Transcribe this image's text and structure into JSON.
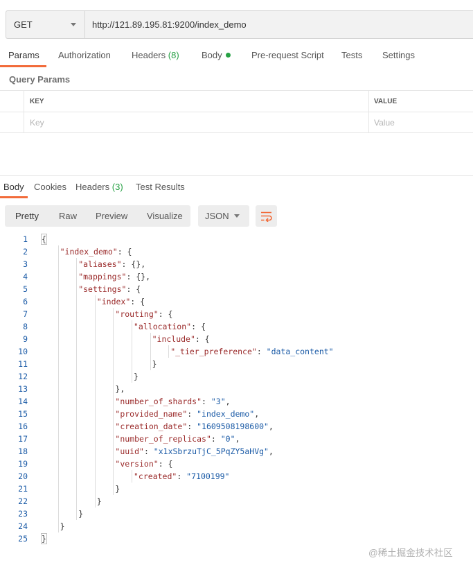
{
  "request": {
    "method": "GET",
    "url": "http://121.89.195.81:9200/index_demo"
  },
  "request_tabs": [
    {
      "label": "Params",
      "count": "",
      "active": true
    },
    {
      "label": "Authorization",
      "count": ""
    },
    {
      "label": "Headers",
      "count": "(8)"
    },
    {
      "label": "Body",
      "count": "",
      "dot": true
    },
    {
      "label": "Pre-request Script",
      "count": ""
    },
    {
      "label": "Tests",
      "count": ""
    },
    {
      "label": "Settings",
      "count": ""
    }
  ],
  "query_params": {
    "title": "Query Params",
    "key_header": "KEY",
    "value_header": "VALUE",
    "key_placeholder": "Key",
    "value_placeholder": "Value"
  },
  "response_tabs": [
    {
      "label": "Body",
      "count": "",
      "active": true
    },
    {
      "label": "Cookies",
      "count": ""
    },
    {
      "label": "Headers",
      "count": "(3)"
    },
    {
      "label": "Test Results",
      "count": ""
    }
  ],
  "view_modes": [
    "Pretty",
    "Raw",
    "Preview",
    "Visualize"
  ],
  "active_view_mode": "Pretty",
  "format": "JSON",
  "wrap_icon": "wrap-lines-icon",
  "colors": {
    "accent": "#f26b3a",
    "count_green": "#26a144",
    "json_key": "#9a2a2a",
    "json_string": "#1a5aa6",
    "line_number": "#1a5aa6"
  },
  "code_lines": [
    {
      "n": "1",
      "indent": 0,
      "tokens": [
        {
          "t": "{",
          "c": "p"
        }
      ]
    },
    {
      "n": "2",
      "indent": 1,
      "tokens": [
        {
          "t": "\"index_demo\"",
          "c": "k"
        },
        {
          "t": ": {",
          "c": "p"
        }
      ]
    },
    {
      "n": "3",
      "indent": 2,
      "tokens": [
        {
          "t": "\"aliases\"",
          "c": "k"
        },
        {
          "t": ": {},",
          "c": "p"
        }
      ]
    },
    {
      "n": "4",
      "indent": 2,
      "tokens": [
        {
          "t": "\"mappings\"",
          "c": "k"
        },
        {
          "t": ": {},",
          "c": "p"
        }
      ]
    },
    {
      "n": "5",
      "indent": 2,
      "tokens": [
        {
          "t": "\"settings\"",
          "c": "k"
        },
        {
          "t": ": {",
          "c": "p"
        }
      ]
    },
    {
      "n": "6",
      "indent": 3,
      "tokens": [
        {
          "t": "\"index\"",
          "c": "k"
        },
        {
          "t": ": {",
          "c": "p"
        }
      ]
    },
    {
      "n": "7",
      "indent": 4,
      "tokens": [
        {
          "t": "\"routing\"",
          "c": "k"
        },
        {
          "t": ": {",
          "c": "p"
        }
      ]
    },
    {
      "n": "8",
      "indent": 5,
      "tokens": [
        {
          "t": "\"allocation\"",
          "c": "k"
        },
        {
          "t": ": {",
          "c": "p"
        }
      ]
    },
    {
      "n": "9",
      "indent": 6,
      "tokens": [
        {
          "t": "\"include\"",
          "c": "k"
        },
        {
          "t": ": {",
          "c": "p"
        }
      ]
    },
    {
      "n": "10",
      "indent": 7,
      "tokens": [
        {
          "t": "\"_tier_preference\"",
          "c": "k"
        },
        {
          "t": ": ",
          "c": "p"
        },
        {
          "t": "\"data_content\"",
          "c": "s"
        }
      ]
    },
    {
      "n": "11",
      "indent": 6,
      "tokens": [
        {
          "t": "}",
          "c": "p"
        }
      ]
    },
    {
      "n": "12",
      "indent": 5,
      "tokens": [
        {
          "t": "}",
          "c": "p"
        }
      ]
    },
    {
      "n": "13",
      "indent": 4,
      "tokens": [
        {
          "t": "},",
          "c": "p"
        }
      ]
    },
    {
      "n": "14",
      "indent": 4,
      "tokens": [
        {
          "t": "\"number_of_shards\"",
          "c": "k"
        },
        {
          "t": ": ",
          "c": "p"
        },
        {
          "t": "\"3\"",
          "c": "s"
        },
        {
          "t": ",",
          "c": "p"
        }
      ]
    },
    {
      "n": "15",
      "indent": 4,
      "tokens": [
        {
          "t": "\"provided_name\"",
          "c": "k"
        },
        {
          "t": ": ",
          "c": "p"
        },
        {
          "t": "\"index_demo\"",
          "c": "s"
        },
        {
          "t": ",",
          "c": "p"
        }
      ]
    },
    {
      "n": "16",
      "indent": 4,
      "tokens": [
        {
          "t": "\"creation_date\"",
          "c": "k"
        },
        {
          "t": ": ",
          "c": "p"
        },
        {
          "t": "\"1609508198600\"",
          "c": "s"
        },
        {
          "t": ",",
          "c": "p"
        }
      ]
    },
    {
      "n": "17",
      "indent": 4,
      "tokens": [
        {
          "t": "\"number_of_replicas\"",
          "c": "k"
        },
        {
          "t": ": ",
          "c": "p"
        },
        {
          "t": "\"0\"",
          "c": "s"
        },
        {
          "t": ",",
          "c": "p"
        }
      ]
    },
    {
      "n": "18",
      "indent": 4,
      "tokens": [
        {
          "t": "\"uuid\"",
          "c": "k"
        },
        {
          "t": ": ",
          "c": "p"
        },
        {
          "t": "\"x1xSbrzuTjC_5PqZY5aHVg\"",
          "c": "s"
        },
        {
          "t": ",",
          "c": "p"
        }
      ]
    },
    {
      "n": "19",
      "indent": 4,
      "tokens": [
        {
          "t": "\"version\"",
          "c": "k"
        },
        {
          "t": ": {",
          "c": "p"
        }
      ]
    },
    {
      "n": "20",
      "indent": 5,
      "tokens": [
        {
          "t": "\"created\"",
          "c": "k"
        },
        {
          "t": ": ",
          "c": "p"
        },
        {
          "t": "\"7100199\"",
          "c": "s"
        }
      ]
    },
    {
      "n": "21",
      "indent": 4,
      "tokens": [
        {
          "t": "}",
          "c": "p"
        }
      ]
    },
    {
      "n": "22",
      "indent": 3,
      "tokens": [
        {
          "t": "}",
          "c": "p"
        }
      ]
    },
    {
      "n": "23",
      "indent": 2,
      "tokens": [
        {
          "t": "}",
          "c": "p"
        }
      ]
    },
    {
      "n": "24",
      "indent": 1,
      "tokens": [
        {
          "t": "}",
          "c": "p"
        }
      ]
    },
    {
      "n": "25",
      "indent": 0,
      "tokens": [
        {
          "t": "}",
          "c": "p"
        }
      ]
    }
  ],
  "watermark": "@稀土掘金技术社区"
}
